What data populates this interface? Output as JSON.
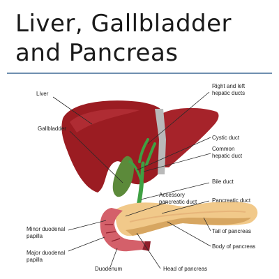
{
  "title": {
    "line1": "Liver, Gallbladder",
    "line2": "and Pancreas"
  },
  "labels": {
    "liver": "Liver",
    "gallbladder": "Gallbladder",
    "right_left_hepatic_1": "Right and left",
    "right_left_hepatic_2": "hepatic ducts",
    "cystic_duct": "Cystic duct",
    "common_hepatic_1": "Common",
    "common_hepatic_2": "hepatic duct",
    "bile_duct": "Bile duct",
    "accessory_pancreatic_1": "Accessory",
    "accessory_pancreatic_2": "pancreatic duct",
    "pancreatic_duct": "Pancreatic duct",
    "minor_papilla_1": "Minor duodenal",
    "minor_papilla_2": "papilla",
    "major_papilla_1": "Major duodenal",
    "major_papilla_2": "papilla",
    "tail_pancreas": "Tail of pancreas",
    "body_pancreas": "Body of pancreas",
    "duodenum": "Duodenum",
    "head_pancreas": "Head of pancreas"
  },
  "colors": {
    "liver": "#9b1c22",
    "liver_highlight": "#b8333a",
    "ligament": "#b9b9b9",
    "gallbladder": "#5c8a3a",
    "duct": "#3fa043",
    "pancreas": "#f1c98a",
    "pancreas_shadow": "#d7a661",
    "duodenum": "#d4606a",
    "duodenum_dark": "#8f1f2c",
    "rule": "#6f8faf"
  }
}
